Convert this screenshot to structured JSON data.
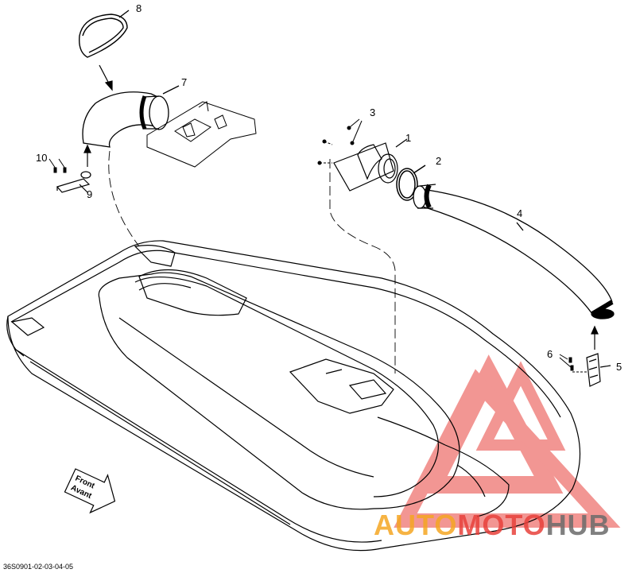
{
  "diagram": {
    "callouts": [
      {
        "id": "1",
        "label": "1"
      },
      {
        "id": "2",
        "label": "2"
      },
      {
        "id": "3",
        "label": "3"
      },
      {
        "id": "4",
        "label": "4"
      },
      {
        "id": "5",
        "label": "5"
      },
      {
        "id": "6",
        "label": "6"
      },
      {
        "id": "7",
        "label": "7"
      },
      {
        "id": "8",
        "label": "8"
      },
      {
        "id": "9",
        "label": "9"
      },
      {
        "id": "10",
        "label": "10"
      }
    ],
    "front_arrow": {
      "line1": "Front",
      "line2": "Avant"
    },
    "drawing_code": "36S0901-02-03-04-05"
  },
  "watermark": {
    "part1": "AUTO",
    "part2": "MOTO",
    "part3": "HUB",
    "color_orange": "#f5a623",
    "color_red": "#e8413c",
    "color_gray": "#6b6b6b"
  }
}
